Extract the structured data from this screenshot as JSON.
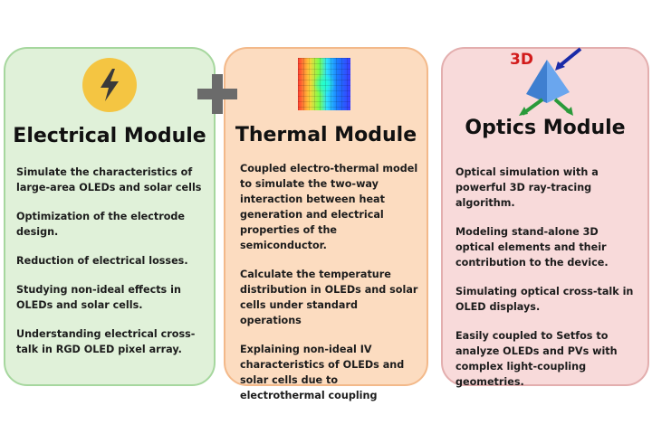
{
  "plus_symbol": "+",
  "cards": {
    "electrical": {
      "title": "Electrical Module",
      "icon": "lightning-bolt-icon",
      "accent": "#f4c542",
      "items": [
        "Simulate the characteristics of large-area OLEDs and solar cells",
        "Optimization of the electrode design.",
        "Reduction of electrical losses.",
        "Studying non-ideal effects in OLEDs and solar cells.",
        "Understanding electrical cross-talk in RGD OLED pixel array."
      ]
    },
    "thermal": {
      "title": "Thermal Module",
      "icon": "heatmap-icon",
      "items": [
        "Coupled electro-thermal model to simulate the two-way interaction between heat generation and electrical properties of the semiconductor.",
        "Calculate the temperature distribution in OLEDs and solar cells under standard operations",
        "Explaining non-ideal IV characteristics of OLEDs and solar cells due to electrothermal coupling"
      ]
    },
    "optics": {
      "title": "Optics Module",
      "icon": "3d-pyramid-icon",
      "icon_label": "3D",
      "items": [
        "Optical simulation with a powerful 3D ray-tracing algorithm.",
        "Modeling stand-alone 3D optical elements and their contribution to the device.",
        "Simulating optical cross-talk in OLED displays.",
        "Easily coupled to Setfos to analyze OLEDs and PVs with complex light-coupling geometries."
      ]
    }
  }
}
